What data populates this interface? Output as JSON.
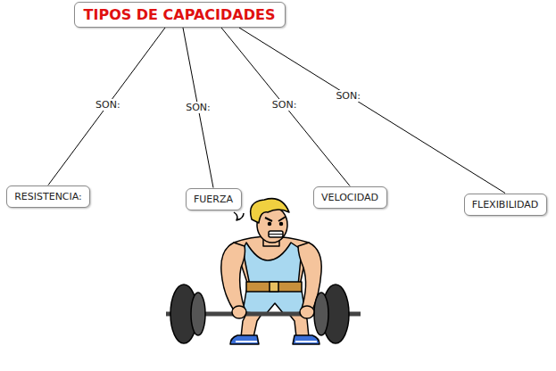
{
  "diagram": {
    "nodes": [
      {
        "text": [
          "TIPOS DE CAPACIDADES"
        ]
      },
      {
        "text": [
          "RESISTENCIA:"
        ]
      },
      {
        "text": [
          "FUERZA"
        ]
      },
      {
        "text": [
          "VELOCIDAD"
        ]
      },
      {
        "text": [
          "FLEXIBILIDAD"
        ]
      }
    ],
    "edges": [
      {
        "from": 0,
        "to": 1,
        "arrow": "none",
        "label": "SON:"
      },
      {
        "from": 0,
        "to": 2,
        "arrow": "none",
        "label": "SON:"
      },
      {
        "from": 0,
        "to": 3,
        "arrow": "none",
        "label": "SON:"
      },
      {
        "from": 0,
        "to": 4,
        "arrow": "none",
        "label": "SON:"
      }
    ]
  }
}
